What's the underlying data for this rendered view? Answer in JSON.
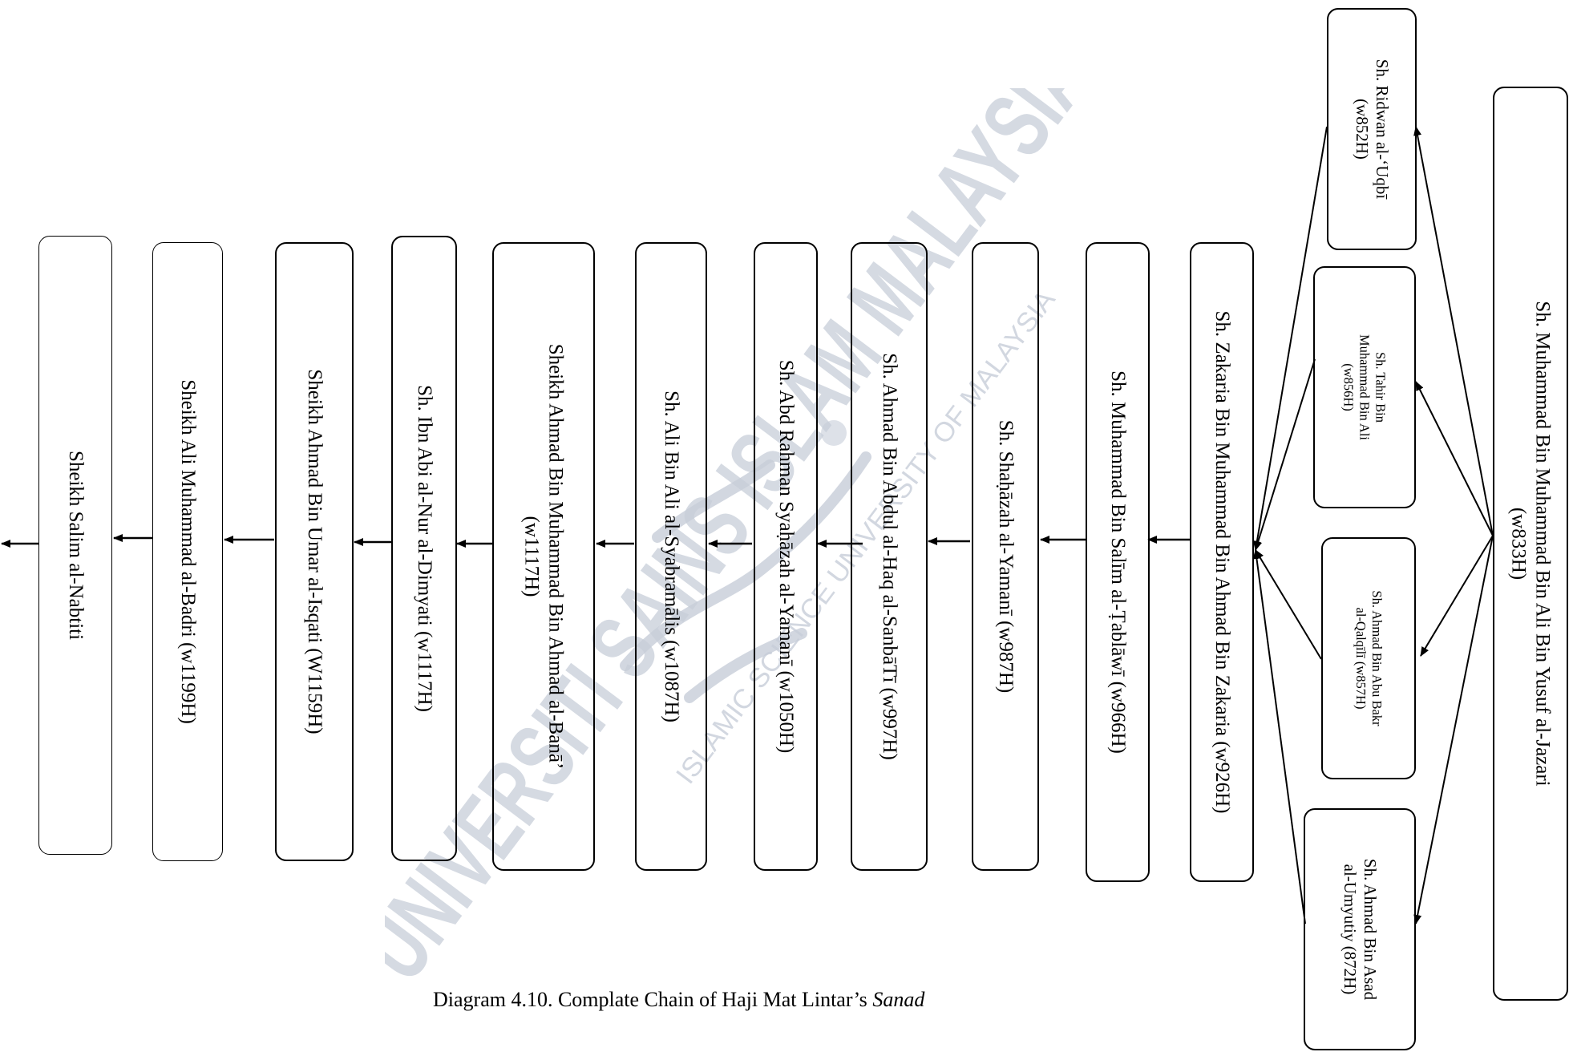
{
  "caption": {
    "text": "Diagram 4.10. Complate Chain of Haji Mat Lintar’s ",
    "emphasis": "Sanad"
  },
  "watermark": {
    "big_text": "UNIVERSITI SAINS ISLAM MALAYSIA",
    "small_text": "ISLAMIC SCIENCE UNIVERSITY OF MALAYSIA",
    "color": "#c7cdd8"
  },
  "nodes": [
    {
      "id": "jazari",
      "text": "Sh. Muhammad Bin Muhammad Bin Ali Bin Yusuf al-Jazari\n(w833H)"
    },
    {
      "id": "ridwan",
      "text": "Sh. Ridwan al-‘Uqbī\n(w852H)"
    },
    {
      "id": "tahir",
      "text": "Sh. Tahir Bin\nMuhammad Bin Ali\n(w856H)"
    },
    {
      "id": "qalqili",
      "text": "Sh. Ahmad Bin Abu Bakr\nal-Qalqīlī (w857H)"
    },
    {
      "id": "umyutiy",
      "text": "Sh. Ahmad Bin Asad\nal-Umyutiy (872H)"
    },
    {
      "id": "zakaria",
      "text": "Sh. Zakaria Bin Muhammad Bin Ahmad Bin Zakaria (w926H)"
    },
    {
      "id": "tablawi",
      "text": "Sh. Muhammad Bin Salīm al-Ṭablāwī (w966H)"
    },
    {
      "id": "shahazah",
      "text": "Sh. Shaḥāzah al-Yamanī (w987H)"
    },
    {
      "id": "sanbati",
      "text": "Sh. Ahmad Bin Abdul al-Haq al-SanbāTī (w997H)"
    },
    {
      "id": "syahazah",
      "text": "Sh. Abd Rahman Syaḥāzah al-Yamanī (w1050H)"
    },
    {
      "id": "syabramalis",
      "text": "Sh. Ali Bin Ali al-Syabramālis (w1087H)"
    },
    {
      "id": "bana",
      "text": "Sheikh Ahmad Bin Muhammad Bin Ahmad al-Banā’\n(w1117H)"
    },
    {
      "id": "dimyati",
      "text": "Sh. Ibn Abi al-Nur al-Dimyati (w1117H)"
    },
    {
      "id": "isqati",
      "text": "Sheikh Ahmad Bin Umar al-Isqati (W1159H)"
    },
    {
      "id": "badri",
      "text": "Sheikh Ali Muhammad al-Badri (w1199H)"
    },
    {
      "id": "nabtiti",
      "text": "Sheikh Salim al-Nabtiti"
    }
  ]
}
